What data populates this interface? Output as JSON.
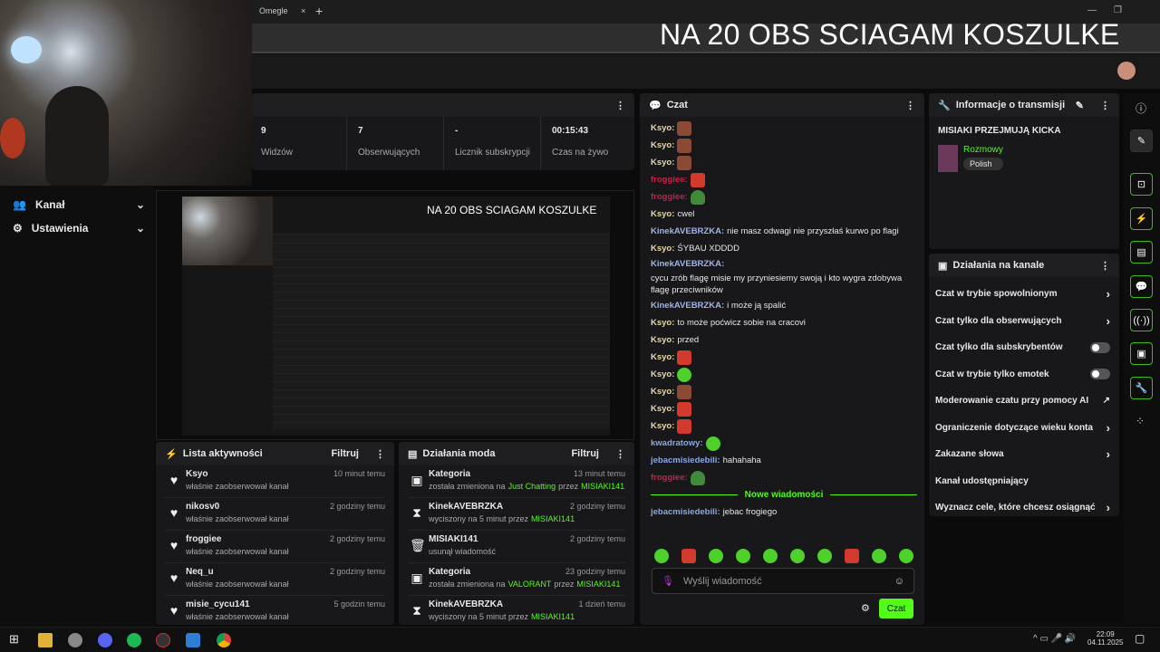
{
  "browser": {
    "tab_title": "Omegle",
    "new_tab": "+",
    "close": "×"
  },
  "overlay_text": "NA 20 OBS SCIAGAM KOSZULKE",
  "sidebar": {
    "items": [
      {
        "label": "Kanał",
        "icon": "users-icon"
      },
      {
        "label": "Ustawienia",
        "icon": "gear-icon"
      }
    ]
  },
  "stats": [
    {
      "value": "9",
      "label": "Widzów"
    },
    {
      "value": "7",
      "label": "Obserwujących"
    },
    {
      "value": "-",
      "label": "Licznik subskrypcji"
    },
    {
      "value": "00:15:43",
      "label": "Czas na żywo"
    }
  ],
  "activity": {
    "title": "Lista aktywności",
    "filter": "Filtruj",
    "items": [
      {
        "user": "Ksyo",
        "text": "właśnie zaobserwował kanał",
        "time": "10 minut temu"
      },
      {
        "user": "nikosv0",
        "text": "właśnie zaobserwował kanał",
        "time": "2 godziny temu"
      },
      {
        "user": "froggiee",
        "text": "właśnie zaobserwował kanał",
        "time": "2 godziny temu"
      },
      {
        "user": "Neq_u",
        "text": "właśnie zaobserwował kanał",
        "time": "2 godziny temu"
      },
      {
        "user": "misie_cycu141",
        "text": "właśnie zaobserwował kanał",
        "time": "5 godzin temu"
      }
    ]
  },
  "mod": {
    "title": "Działania moda",
    "filter": "Filtruj",
    "items": [
      {
        "icon": "category-icon",
        "title": "Kategoria",
        "pre": "została zmieniona na",
        "hl": "Just Chatting",
        "mid": "przez",
        "by": "MISIAKI141",
        "time": "13 minut temu"
      },
      {
        "icon": "hourglass-icon",
        "title": "KinekAVEBRZKA",
        "pre": "wyciszony na 5 minut przez",
        "hl": "",
        "mid": "",
        "by": "MISIAKI141",
        "time": "2 godziny temu"
      },
      {
        "icon": "trash-icon",
        "title": "MISIAKI141",
        "pre": "usunął wiadomość",
        "hl": "",
        "mid": "",
        "by": "",
        "time": "2 godziny temu"
      },
      {
        "icon": "category-icon",
        "title": "Kategoria",
        "pre": "została zmieniona na",
        "hl": "VALORANT",
        "mid": "przez",
        "by": "MISIAKI141",
        "time": "23 godziny temu"
      },
      {
        "icon": "hourglass-icon",
        "title": "KinekAVEBRZKA",
        "pre": "wyciszony na 5 minut przez",
        "hl": "",
        "mid": "",
        "by": "MISIAKI141",
        "time": "1 dzień temu"
      }
    ]
  },
  "chat": {
    "title": "Czat",
    "new_messages": "Nowe wiadomości",
    "placeholder": "Wyślij wiadomość",
    "send": "Czat",
    "before": [
      {
        "user": "Ksyo",
        "cls": "ksyo",
        "text": "",
        "emote": "face"
      },
      {
        "user": "Ksyo",
        "cls": "ksyo",
        "text": "",
        "emote": "face"
      },
      {
        "user": "Ksyo",
        "cls": "ksyo",
        "text": "",
        "emote": "face"
      },
      {
        "user": "froggiee",
        "cls": "frog",
        "text": "",
        "emote": "red"
      },
      {
        "user": "froggiee",
        "cls": "frog",
        "text": "",
        "emote": "pepe"
      },
      {
        "user": "Ksyo",
        "cls": "ksyo",
        "text": "cwel",
        "emote": ""
      },
      {
        "user": "KinekAVEBRZKA",
        "cls": "kin",
        "text": "nie masz odwagi nie przyszłaś kurwo po flagi",
        "emote": ""
      },
      {
        "user": "Ksyo",
        "cls": "ksyo",
        "text": "ŚYBAU XDDDD",
        "emote": ""
      },
      {
        "user": "KinekAVEBRZKA",
        "cls": "kin",
        "text": "cycu zrób flagę misie my przyniesiemy swoją i kto wygra zdobywa flagę przeciwników",
        "emote": ""
      },
      {
        "user": "KinekAVEBRZKA",
        "cls": "kin",
        "text": "i może ją spalić",
        "emote": ""
      },
      {
        "user": "Ksyo",
        "cls": "ksyo",
        "text": "to może poćwicz sobie na cracovi",
        "emote": ""
      },
      {
        "user": "Ksyo",
        "cls": "ksyo",
        "text": "przed",
        "emote": ""
      },
      {
        "user": "Ksyo",
        "cls": "ksyo",
        "text": "",
        "emote": "red"
      },
      {
        "user": "Ksyo",
        "cls": "ksyo",
        "text": "",
        "emote": "grn"
      },
      {
        "user": "Ksyo",
        "cls": "ksyo",
        "text": "",
        "emote": "face"
      },
      {
        "user": "Ksyo",
        "cls": "ksyo",
        "text": "",
        "emote": "red"
      },
      {
        "user": "Ksyo",
        "cls": "ksyo",
        "text": "",
        "emote": "red"
      },
      {
        "user": "kwadratowy",
        "cls": "kw",
        "text": "",
        "emote": "grn"
      },
      {
        "user": "jebacmisiedebili",
        "cls": "jeb",
        "text": "hahahaha",
        "emote": ""
      },
      {
        "user": "froggiee",
        "cls": "frog",
        "text": "",
        "emote": "pepe"
      }
    ],
    "after": [
      {
        "user": "jebacmisiedebili",
        "cls": "jeb",
        "text": "jebac frogiego",
        "emote": ""
      }
    ],
    "quick_emotes": [
      "grn",
      "red",
      "grn",
      "grn",
      "grn",
      "grn",
      "grn",
      "red",
      "grn",
      "grn"
    ]
  },
  "info": {
    "title": "Informacje o transmisji",
    "stream_title": "MISIAKI PRZEJMUJĄ KICKA",
    "category": "Rozmowy",
    "language": "Polish"
  },
  "channel_actions": {
    "title": "Działania na kanale",
    "items": [
      {
        "label": "Czat w trybie spowolnionym",
        "ctl": "chevron"
      },
      {
        "label": "Czat tylko dla obserwujących",
        "ctl": "chevron"
      },
      {
        "label": "Czat tylko dla subskrybentów",
        "ctl": "toggle",
        "on": false
      },
      {
        "label": "Czat w trybie tylko emotek",
        "ctl": "toggle",
        "on": false
      },
      {
        "label": "Moderowanie czatu przy pomocy AI",
        "ctl": "external"
      },
      {
        "label": "Ograniczenie dotyczące wieku konta",
        "ctl": "chevron"
      },
      {
        "label": "Zakazane słowa",
        "ctl": "chevron"
      },
      {
        "label": "Kanał udostępniający",
        "ctl": "none"
      },
      {
        "label": "Wyznacz cele, które chcesz osiągnąć",
        "ctl": "chevron"
      }
    ]
  },
  "taskbar": {
    "time": "22:09",
    "date": "04.11.2025"
  },
  "colors": {
    "accent": "#53fc18",
    "panel": "#18181a",
    "bg": "#0b0b0c"
  }
}
